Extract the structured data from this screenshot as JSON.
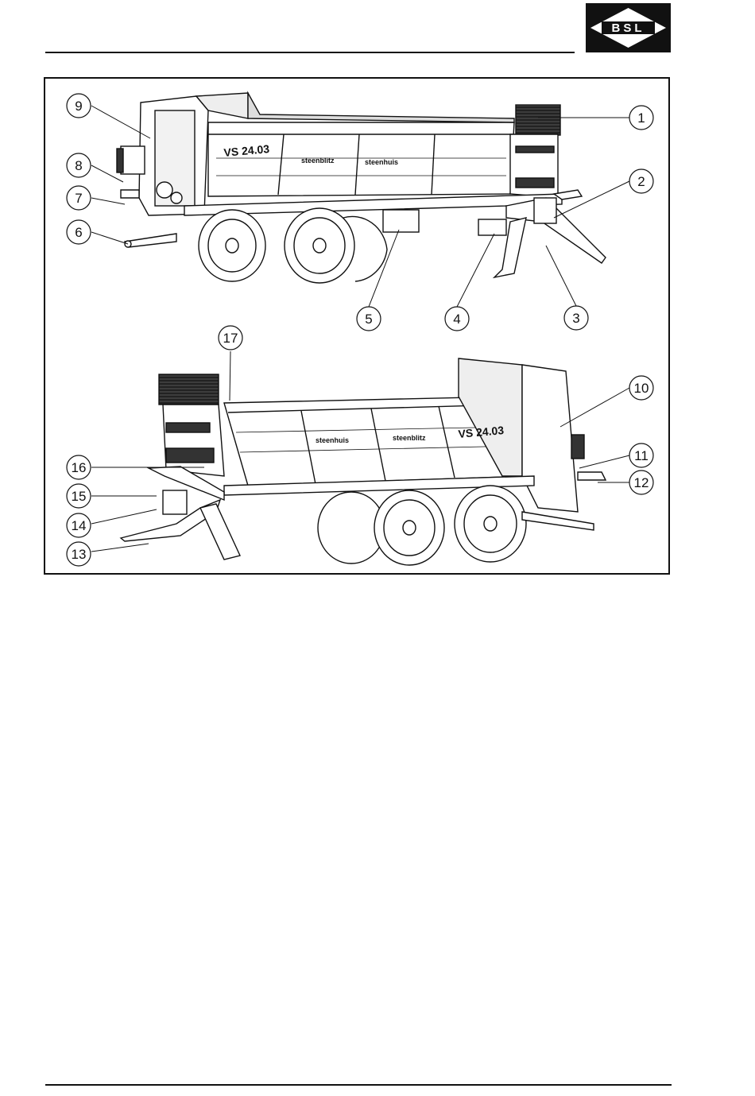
{
  "header": {
    "logo_text": "BSL",
    "colors": {
      "logo_bg": "#111111",
      "logo_diamond": "#ffffff"
    }
  },
  "figure": {
    "upper_view": {
      "body_labels": [
        "VS 24.03",
        "steenblitz",
        "steenhuis"
      ]
    },
    "lower_view": {
      "body_labels": [
        "steenhuis",
        "steenblitz",
        "VS 24.03"
      ]
    },
    "callouts": [
      {
        "id": "c1",
        "number": "1"
      },
      {
        "id": "c2",
        "number": "2"
      },
      {
        "id": "c3",
        "number": "3"
      },
      {
        "id": "c4",
        "number": "4"
      },
      {
        "id": "c5",
        "number": "5"
      },
      {
        "id": "c6",
        "number": "6"
      },
      {
        "id": "c7",
        "number": "7"
      },
      {
        "id": "c8",
        "number": "8"
      },
      {
        "id": "c9",
        "number": "9"
      },
      {
        "id": "c10",
        "number": "10"
      },
      {
        "id": "c11",
        "number": "11"
      },
      {
        "id": "c12",
        "number": "12"
      },
      {
        "id": "c13",
        "number": "13"
      },
      {
        "id": "c14",
        "number": "14"
      },
      {
        "id": "c15",
        "number": "15"
      },
      {
        "id": "c16",
        "number": "16"
      },
      {
        "id": "c17",
        "number": "17"
      }
    ]
  }
}
